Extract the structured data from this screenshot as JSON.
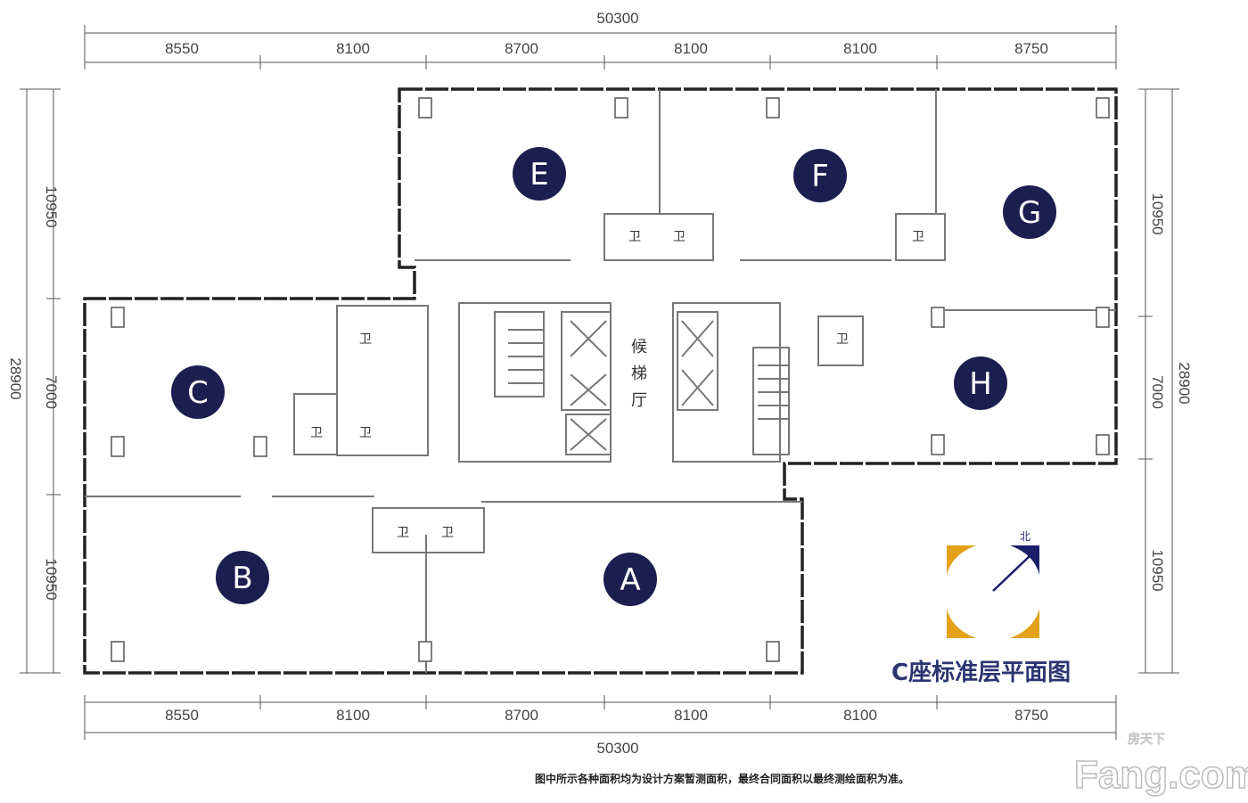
{
  "title": "C座标准层平面图",
  "north_label": "北",
  "lobby_label": [
    "候",
    "梯",
    "厅"
  ],
  "restroom_label": "卫",
  "note": "图中所示各种面积均为设计方案暂测面积，最终合同面积以最终测绘面积为准。",
  "watermark": {
    "cn": "房天下",
    "en": "Fang.com"
  },
  "dimensions": {
    "top_total": "50300",
    "top_segments": [
      "8550",
      "8100",
      "8700",
      "8100",
      "8100",
      "8750"
    ],
    "bottom_total": "50300",
    "bottom_segments": [
      "8550",
      "8100",
      "8700",
      "8100",
      "8100",
      "8750"
    ],
    "left_segments": [
      "10950",
      "7000",
      "10950"
    ],
    "left_total": "28900",
    "right_segments": [
      "10950",
      "7000",
      "10950"
    ],
    "right_total": "28900"
  },
  "units": [
    "A",
    "B",
    "C",
    "E",
    "F",
    "G",
    "H"
  ],
  "colors": {
    "unit_badge": "#1b1f4f",
    "compass_orange": "#e3a21a",
    "compass_navy": "#1b1f6a",
    "title": "#2a3570"
  }
}
